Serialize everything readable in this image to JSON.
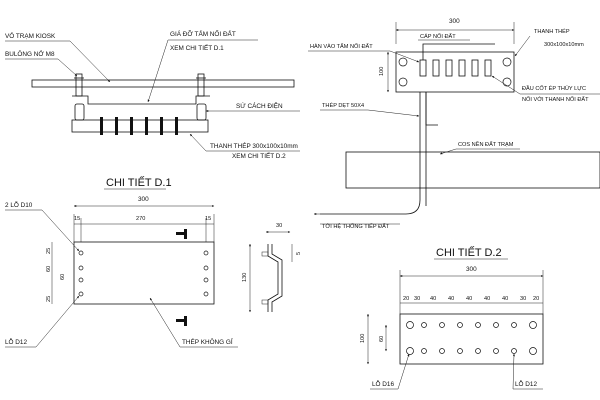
{
  "detail_top": {
    "vo_tram_kiosk": "VỎ TRẠM KIOSK",
    "bulong_no_m8": "BULÔNG NỞ M8",
    "gia_do_tam_noi_dat": "GIÁ ĐỠ TẤM NỐI ĐẤT",
    "xem_chi_tiet_d1": "XEM CHI TIẾT D.1",
    "su_cach_dien": "SỨ CÁCH ĐIỆN",
    "thanh_thep": "THANH THÉP 300x100x10mm",
    "xem_chi_tiet_d2": "XEM CHI TIẾT D.2"
  },
  "detail_right": {
    "dim_300": "300",
    "han_vao_tam": "HÀN VÀO TẤM NỐI ĐẤT",
    "cap_noi_dat": "CÁP NỐI ĐẤT",
    "thanh_thep": "THANH THÉP",
    "thanh_thep_size": "300x100x10mm",
    "dim_100": "100",
    "dau_cot_ep": "ĐẦU CỐT ÉP THỦY LỰC",
    "noi_voi_thanh": "NỐI VỚI THANH NỐI ĐẤT",
    "thep_det": "THÉP DẸT 50X4",
    "cos_nen_dat": "COS NỀN ĐẤT TRẠM",
    "toi_he_thong": "TỚI HỆ THỐNG TIẾP ĐẤT"
  },
  "detail_d1": {
    "title": "CHI TIẾT D.1",
    "dim_300": "300",
    "lo_d10": "2 LỖ D10",
    "dim_15a": "15",
    "dim_270": "270",
    "dim_15b": "15",
    "dim_25a": "25",
    "dim_60a": "60",
    "dim_60b": "60",
    "dim_25b": "25",
    "lo_d12": "LỖ D12",
    "thep_khong_gi": "THÉP KHÔNG GỈ",
    "dim_30": "30",
    "dim_130": "130",
    "dim_side": "5"
  },
  "detail_d2": {
    "title": "CHI TIẾT D.2",
    "dim_300": "300",
    "spacing": [
      "20",
      "30",
      "40",
      "40",
      "40",
      "40",
      "40",
      "30",
      "20"
    ],
    "dim_100": "100",
    "dim_60": "60",
    "lo_d16": "LỖ D16",
    "lo_d12": "LỖ D12"
  }
}
